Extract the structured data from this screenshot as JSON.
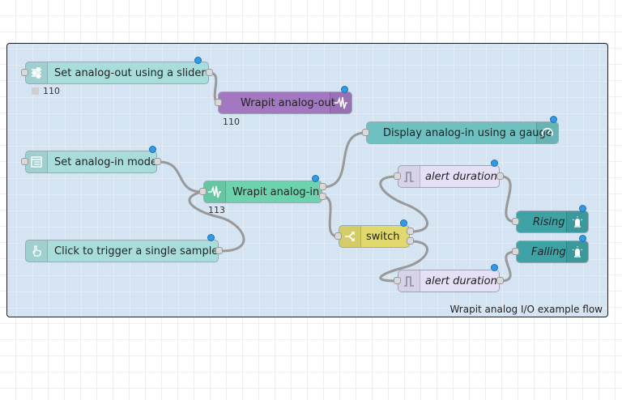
{
  "flow": {
    "group_label": "Wrapit analog I/O example flow"
  },
  "nodes": {
    "slider": {
      "label": "Set analog-out using a slider",
      "icon": "sliders-icon",
      "color": "#a9dddc",
      "status": "110"
    },
    "analog_out": {
      "label": "Wrapit analog-out",
      "icon": "waveform-icon",
      "color": "#a478c0",
      "status": "110"
    },
    "gauge": {
      "label": "Display analog-in using a gauge",
      "icon": "gauge-icon",
      "color": "#6fc0c0"
    },
    "mode": {
      "label": "Set analog-in mode",
      "icon": "list-icon",
      "color": "#a9dddc"
    },
    "analog_in": {
      "label": "Wrapit analog-in",
      "icon": "waveform-icon",
      "color": "#6dd3ae",
      "status": "113"
    },
    "trigger": {
      "label": "Click to trigger a single sample",
      "icon": "hand-pointer-icon",
      "color": "#a9dddc"
    },
    "alert_top": {
      "label": "alert duration",
      "icon": "pulse-icon",
      "color": "#e6e0f7"
    },
    "switch": {
      "label": "switch",
      "icon": "switch-icon",
      "color": "#e2d96e"
    },
    "alert_bottom": {
      "label": "alert duration",
      "icon": "pulse-icon",
      "color": "#e6e0f7"
    },
    "rising": {
      "label": "Rising",
      "icon": "led-icon",
      "color": "#3fa3a6"
    },
    "falling": {
      "label": "Falling",
      "icon": "led-icon",
      "color": "#3fa3a6"
    }
  },
  "colors": {
    "wire": "#999999",
    "changed_dot": "#2f9ae5",
    "group_fill": "#d5e4f2"
  }
}
